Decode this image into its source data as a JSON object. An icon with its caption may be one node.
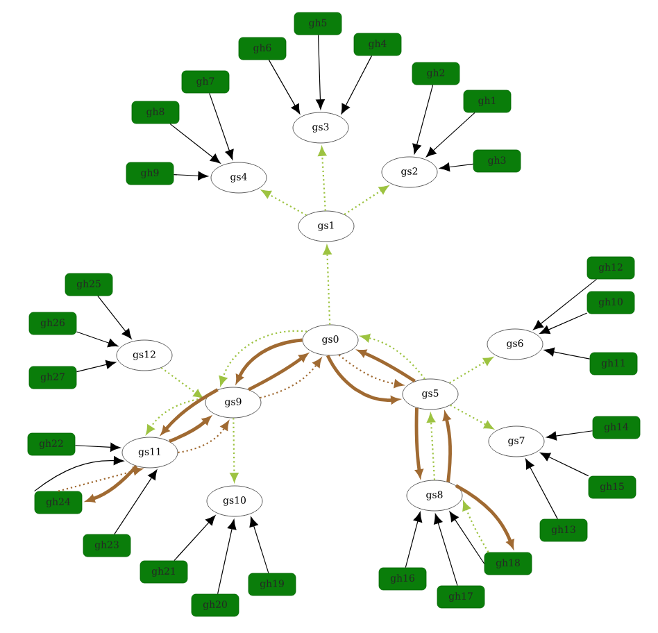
{
  "diagram": {
    "nodes": [
      {
        "text": [
          "gs0"
        ]
      },
      {
        "text": [
          "gs1"
        ]
      },
      {
        "text": [
          "gs2"
        ]
      },
      {
        "text": [
          "gs3"
        ]
      },
      {
        "text": [
          "gs4"
        ]
      },
      {
        "text": [
          "gs5"
        ]
      },
      {
        "text": [
          "gs6"
        ]
      },
      {
        "text": [
          "gs7"
        ]
      },
      {
        "text": [
          "gs8"
        ]
      },
      {
        "text": [
          "gs9"
        ]
      },
      {
        "text": [
          "gs10"
        ]
      },
      {
        "text": [
          "gs11"
        ]
      },
      {
        "text": [
          "gs12"
        ]
      },
      {
        "text": [
          "gh1"
        ]
      },
      {
        "text": [
          "gh2"
        ]
      },
      {
        "text": [
          "gh3"
        ]
      },
      {
        "text": [
          "gh4"
        ]
      },
      {
        "text": [
          "gh5"
        ]
      },
      {
        "text": [
          "gh6"
        ]
      },
      {
        "text": [
          "gh7"
        ]
      },
      {
        "text": [
          "gh8"
        ]
      },
      {
        "text": [
          "gh9"
        ]
      },
      {
        "text": [
          "gh10"
        ]
      },
      {
        "text": [
          "gh11"
        ]
      },
      {
        "text": [
          "gh12"
        ]
      },
      {
        "text": [
          "gh13"
        ]
      },
      {
        "text": [
          "gh14"
        ]
      },
      {
        "text": [
          "gh15"
        ]
      },
      {
        "text": [
          "gh16"
        ]
      },
      {
        "text": [
          "gh17"
        ]
      },
      {
        "text": [
          "gh18"
        ]
      },
      {
        "text": [
          "gh19"
        ]
      },
      {
        "text": [
          "gh20"
        ]
      },
      {
        "text": [
          "gh21"
        ]
      },
      {
        "text": [
          "gh22"
        ]
      },
      {
        "text": [
          "gh23"
        ]
      },
      {
        "text": [
          "gh24"
        ]
      },
      {
        "text": [
          "gh25"
        ]
      },
      {
        "text": [
          "gh26"
        ]
      },
      {
        "text": [
          "gh27"
        ]
      }
    ],
    "edges": [
      {
        "from": 13,
        "to": 2,
        "arrow": "to"
      },
      {
        "from": 14,
        "to": 2,
        "arrow": "to"
      },
      {
        "from": 15,
        "to": 2,
        "arrow": "to"
      },
      {
        "from": 16,
        "to": 3,
        "arrow": "to"
      },
      {
        "from": 17,
        "to": 3,
        "arrow": "to"
      },
      {
        "from": 18,
        "to": 3,
        "arrow": "to"
      },
      {
        "from": 19,
        "to": 4,
        "arrow": "to"
      },
      {
        "from": 20,
        "to": 4,
        "arrow": "to"
      },
      {
        "from": 21,
        "to": 4,
        "arrow": "to"
      },
      {
        "from": 22,
        "to": 6,
        "arrow": "to"
      },
      {
        "from": 23,
        "to": 6,
        "arrow": "to"
      },
      {
        "from": 24,
        "to": 6,
        "arrow": "to"
      },
      {
        "from": 25,
        "to": 7,
        "arrow": "to"
      },
      {
        "from": 26,
        "to": 7,
        "arrow": "to"
      },
      {
        "from": 27,
        "to": 7,
        "arrow": "to"
      },
      {
        "from": 28,
        "to": 8,
        "arrow": "to"
      },
      {
        "from": 29,
        "to": 8,
        "arrow": "to"
      },
      {
        "from": 30,
        "to": 8,
        "arrow": "to"
      },
      {
        "from": 31,
        "to": 10,
        "arrow": "to"
      },
      {
        "from": 32,
        "to": 10,
        "arrow": "to"
      },
      {
        "from": 33,
        "to": 10,
        "arrow": "to"
      },
      {
        "from": 34,
        "to": 11,
        "arrow": "to"
      },
      {
        "from": 35,
        "to": 11,
        "arrow": "to"
      },
      {
        "from": 36,
        "to": 11,
        "arrow": "to"
      },
      {
        "from": 37,
        "to": 12,
        "arrow": "to"
      },
      {
        "from": 38,
        "to": 12,
        "arrow": "to"
      },
      {
        "from": 39,
        "to": 12,
        "arrow": "to"
      },
      {
        "from": 0,
        "to": 1,
        "arrow": "to",
        "style": "dashed",
        "color": "#9dc341"
      },
      {
        "from": 1,
        "to": 2,
        "arrow": "to",
        "style": "dashed",
        "color": "#9dc341"
      },
      {
        "from": 1,
        "to": 3,
        "arrow": "to",
        "style": "dashed",
        "color": "#9dc341"
      },
      {
        "from": 1,
        "to": 4,
        "arrow": "to",
        "style": "dashed",
        "color": "#9dc341"
      },
      {
        "from": 0,
        "to": 9,
        "arrow": "to",
        "style": "dashed",
        "color": "#9dc341"
      },
      {
        "from": 12,
        "to": 9,
        "arrow": "to",
        "style": "dashed",
        "color": "#9dc341"
      },
      {
        "from": 9,
        "to": 11,
        "arrow": "to",
        "style": "dashed",
        "color": "#9dc341"
      },
      {
        "from": 9,
        "to": 10,
        "arrow": "to",
        "style": "dashed",
        "color": "#9dc341"
      },
      {
        "from": 5,
        "to": 0,
        "arrow": "to",
        "style": "dashed",
        "color": "#9dc341"
      },
      {
        "from": 5,
        "to": 6,
        "arrow": "to",
        "style": "dashed",
        "color": "#9dc341"
      },
      {
        "from": 5,
        "to": 7,
        "arrow": "to",
        "style": "dashed",
        "color": "#9dc341"
      },
      {
        "from": 8,
        "to": 5,
        "arrow": "to",
        "style": "dashed",
        "color": "#9dc341"
      },
      {
        "from": 30,
        "to": 8,
        "arrow": "to",
        "style": "dashed",
        "color": "#9dc341"
      },
      {
        "from": 0,
        "to": 9,
        "arrow": "to",
        "style": "thick",
        "color": "#a06a32"
      },
      {
        "from": 9,
        "to": 0,
        "arrow": "to",
        "style": "thick",
        "color": "#a06a32"
      },
      {
        "from": 9,
        "to": 11,
        "arrow": "to",
        "style": "thick",
        "color": "#a06a32"
      },
      {
        "from": 11,
        "to": 9,
        "arrow": "to",
        "style": "thick",
        "color": "#a06a32"
      },
      {
        "from": 11,
        "to": 36,
        "arrow": "to",
        "style": "thick",
        "color": "#a06a32"
      },
      {
        "from": 0,
        "to": 5,
        "arrow": "to",
        "style": "thick",
        "color": "#a06a32"
      },
      {
        "from": 5,
        "to": 0,
        "arrow": "to",
        "style": "thick",
        "color": "#a06a32"
      },
      {
        "from": 5,
        "to": 8,
        "arrow": "to",
        "style": "thick",
        "color": "#a06a32"
      },
      {
        "from": 8,
        "to": 5,
        "arrow": "to",
        "style": "thick",
        "color": "#a06a32"
      },
      {
        "from": 8,
        "to": 30,
        "arrow": "to",
        "style": "thick",
        "color": "#a06a32"
      },
      {
        "from": 9,
        "to": 0,
        "arrow": "to",
        "style": "dashed",
        "color": "#a06a32"
      },
      {
        "from": 11,
        "to": 9,
        "arrow": "to",
        "style": "dashed",
        "color": "#a06a32"
      },
      {
        "from": 36,
        "to": 11,
        "arrow": "to",
        "style": "dashed",
        "color": "#a06a32"
      },
      {
        "from": 0,
        "to": 5,
        "arrow": "to",
        "style": "dashed",
        "color": "#a06a32"
      }
    ]
  }
}
